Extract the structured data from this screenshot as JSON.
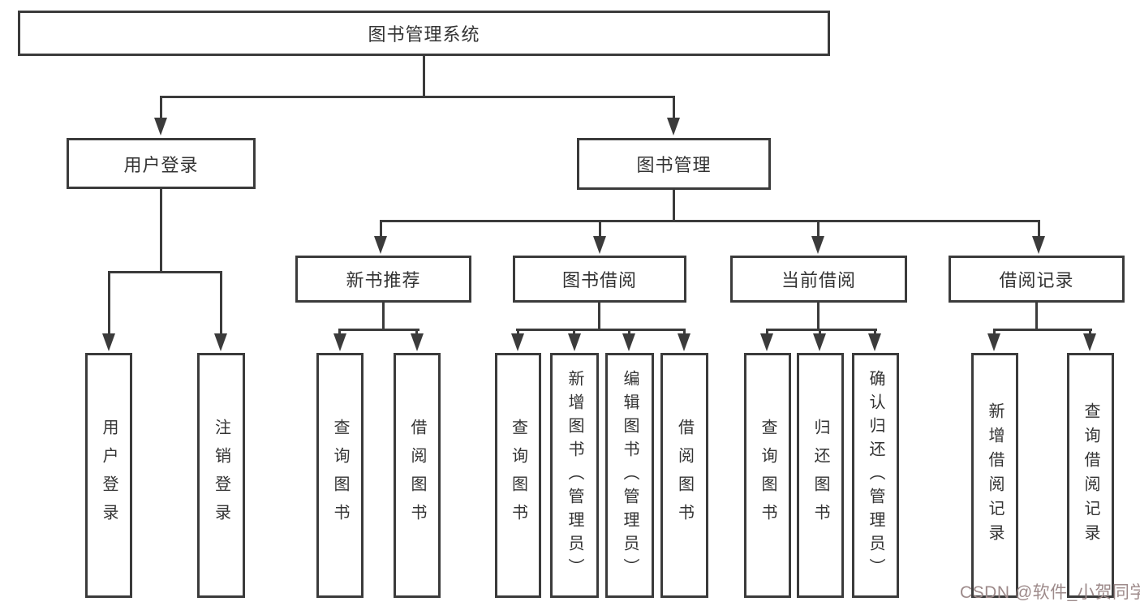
{
  "colors": {
    "line": "#3b3b3b",
    "box_border": "#3b3b3b",
    "text": "#333333",
    "watermark": "#9d8a8a",
    "background": "#ffffff"
  },
  "tree": {
    "root": {
      "label": "图书管理系统"
    },
    "branches": [
      {
        "label": "用户登录",
        "children": [
          {
            "label": "用户登录"
          },
          {
            "label": "注销登录"
          }
        ]
      },
      {
        "label": "图书管理",
        "children": [
          {
            "label": "新书推荐",
            "children": [
              {
                "label": "查询图书"
              },
              {
                "label": "借阅图书"
              }
            ]
          },
          {
            "label": "图书借阅",
            "children": [
              {
                "label": "查询图书"
              },
              {
                "label": "新增图书（管理员）"
              },
              {
                "label": "编辑图书（管理员）"
              },
              {
                "label": "借阅图书"
              }
            ]
          },
          {
            "label": "当前借阅",
            "children": [
              {
                "label": "查询图书"
              },
              {
                "label": "归还图书"
              },
              {
                "label": "确认归还（管理员）"
              }
            ]
          },
          {
            "label": "借阅记录",
            "children": [
              {
                "label": "新增借阅记录"
              },
              {
                "label": "查询借阅记录"
              }
            ]
          }
        ]
      }
    ]
  },
  "watermark": {
    "text": "CSDN @软件_小贺同学"
  }
}
